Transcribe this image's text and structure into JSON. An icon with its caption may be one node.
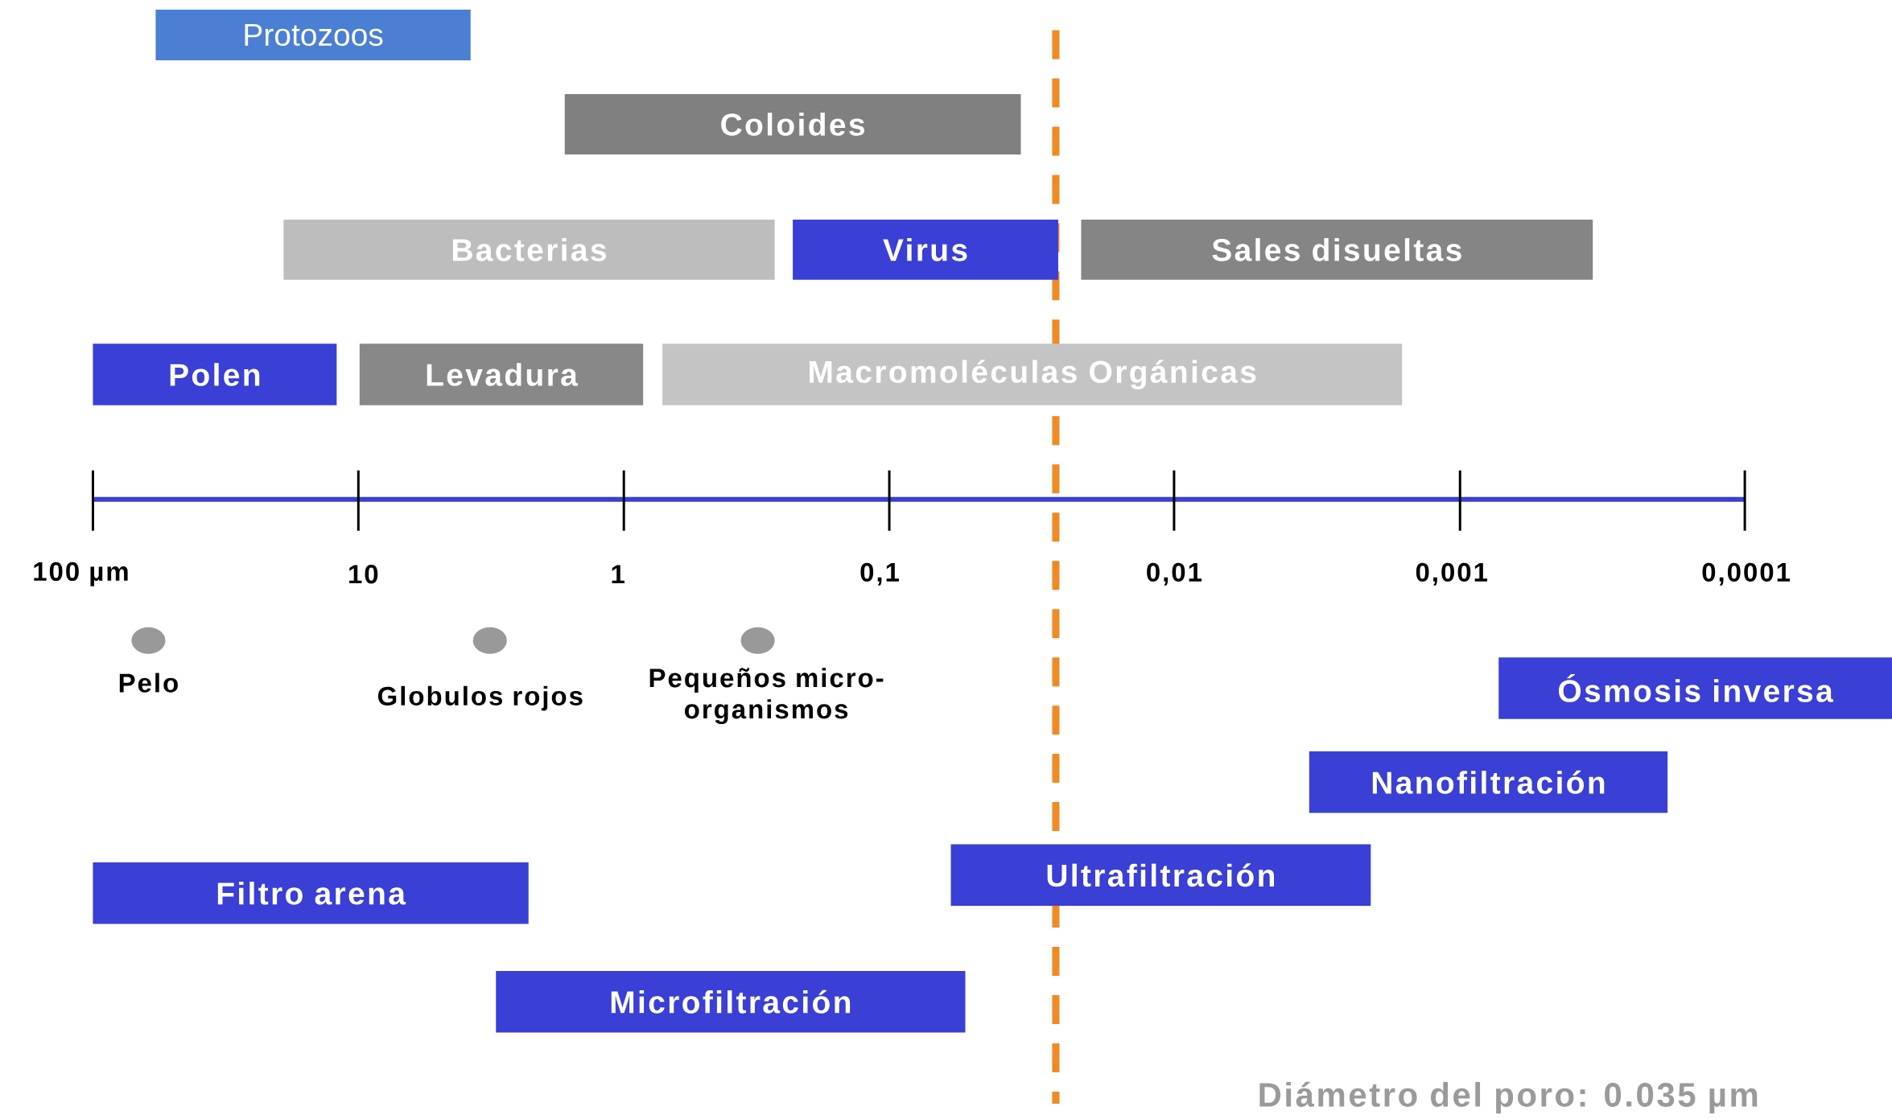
{
  "diagram": {
    "caption": "Diámetro del poro: 0.035 µm",
    "nodes": [
      {
        "text": [
          "Protozoos"
        ]
      },
      {
        "text": [
          "Coloides"
        ]
      },
      {
        "text": [
          "Bacterias"
        ]
      },
      {
        "text": [
          "Virus"
        ]
      },
      {
        "text": [
          "Sales disueltas"
        ]
      },
      {
        "text": [
          "Polen"
        ]
      },
      {
        "text": [
          "Levadura"
        ]
      },
      {
        "text": [
          "Macromoléculas Orgánicas"
        ]
      },
      {
        "text": [
          "Ósmosis inversa"
        ]
      },
      {
        "text": [
          "Nanofiltración"
        ]
      },
      {
        "text": [
          "Ultrafiltración"
        ]
      },
      {
        "text": [
          "Filtro arena"
        ]
      },
      {
        "text": [
          "Microfiltración"
        ]
      }
    ],
    "labels": [
      "100 µm",
      "10",
      "1",
      "0,1",
      "0,01",
      "0,001",
      "0,0001",
      "Pelo",
      "Globulos rojos",
      "Pequeños micro-organismos"
    ]
  }
}
